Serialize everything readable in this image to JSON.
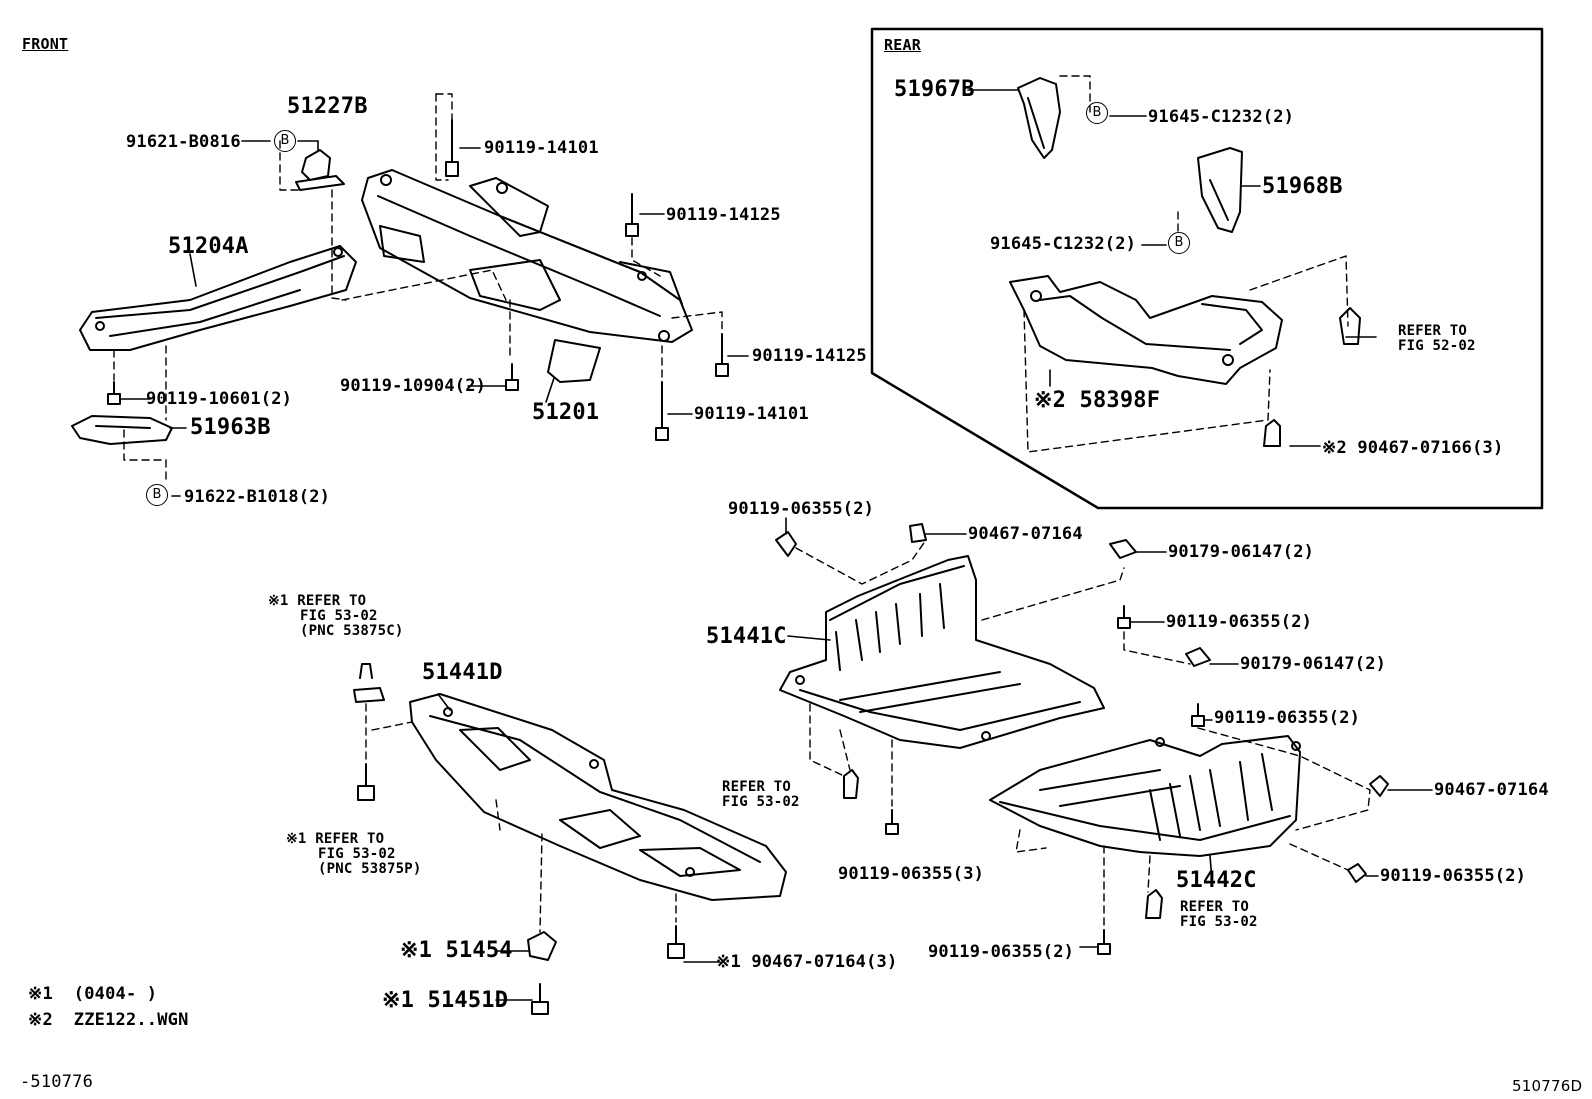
{
  "headings": {
    "front": "FRONT",
    "rear": "REAR"
  },
  "fig_numbers": {
    "left": "-510776",
    "right": "510776D"
  },
  "notes": [
    {
      "mark": "※1",
      "text": "(0404-      )"
    },
    {
      "mark": "※2",
      "text": "ZZE122..WGN"
    }
  ],
  "bolt_marker": "B",
  "parts": {
    "p51227B": "51227B",
    "p91621": "91621-B0816",
    "p90119_14101a": "90119-14101",
    "p90119_14125a": "90119-14125",
    "p51204A": "51204A",
    "p90119_14125b": "90119-14125",
    "p90119_10601": "90119-10601(2)",
    "p90119_10904": "90119-10904(2)",
    "p51201": "51201",
    "p90119_14101b": "90119-14101",
    "p51963B": "51963B",
    "p91622": "91622-B1018(2)",
    "p51967B": "51967B",
    "p91645a": "91645-C1232(2)",
    "p51968B": "51968B",
    "p91645b": "91645-C1232(2)",
    "p58398F": "※2 58398F",
    "p90467_07166": "※2 90467-07166(3)",
    "p90119_06355a": "90119-06355(2)",
    "p90467_07164a": "90467-07164",
    "p90179_06147a": "90179-06147(2)",
    "p51441C": "51441C",
    "p90119_06355b": "90119-06355(2)",
    "p90179_06147b": "90179-06147(2)",
    "p90119_06355c": "90119-06355(2)",
    "p51441D": "51441D",
    "p90467_07164b": "90467-07164",
    "p90119_06355d": "90119-06355(3)",
    "p90119_06355e": "90119-06355(2)",
    "p51442C": "51442C",
    "p90119_06355f": "90119-06355(2)",
    "p51454": "※1 51454",
    "p51451D": "※1 51451D",
    "p90467_07164c": "※1 90467-07164(3)"
  },
  "refs": {
    "ref1": {
      "l1": "※1 REFER TO",
      "l2": "FIG 53-02",
      "l3": "(PNC 53875C)"
    },
    "ref2": {
      "l1": "※1 REFER TO",
      "l2": "FIG 53-02",
      "l3": "(PNC 53875P)"
    },
    "ref3": {
      "l1": "REFER TO",
      "l2": "FIG 52-02"
    },
    "ref4": {
      "l1": "REFER TO",
      "l2": "FIG 53-02"
    },
    "ref5": {
      "l1": "REFER TO",
      "l2": "FIG 53-02"
    }
  },
  "colors": {
    "ink": "#000000",
    "paper": "#ffffff"
  }
}
